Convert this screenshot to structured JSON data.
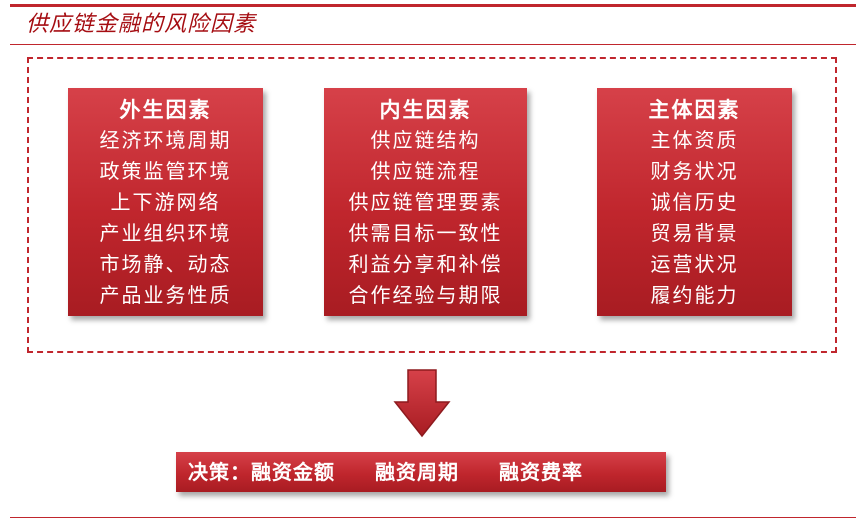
{
  "title": "供应链金融的风险因素",
  "colors": {
    "accent": "#c0262d",
    "box_fill": "#c0262d",
    "text_on_box": "#ffffff"
  },
  "boxes": [
    {
      "title": "外生因素",
      "items": [
        "经济环境周期",
        "政策监管环境",
        "上下游网络",
        "产业组织环境",
        "市场静、动态",
        "产品业务性质"
      ]
    },
    {
      "title": "内生因素",
      "items": [
        "供应链结构",
        "供应链流程",
        "供应链管理要素",
        "供需目标一致性",
        "利益分享和补偿",
        "合作经验与期限"
      ]
    },
    {
      "title": "主体因素",
      "items": [
        "主体资质",
        "财务状况",
        "诚信历史",
        "贸易背景",
        "运营状况",
        "履约能力"
      ]
    }
  ],
  "arrow_icon": "down-arrow-icon",
  "decision": {
    "label": "决策：",
    "items": [
      "融资金额",
      "融资周期",
      "融资费率"
    ]
  }
}
